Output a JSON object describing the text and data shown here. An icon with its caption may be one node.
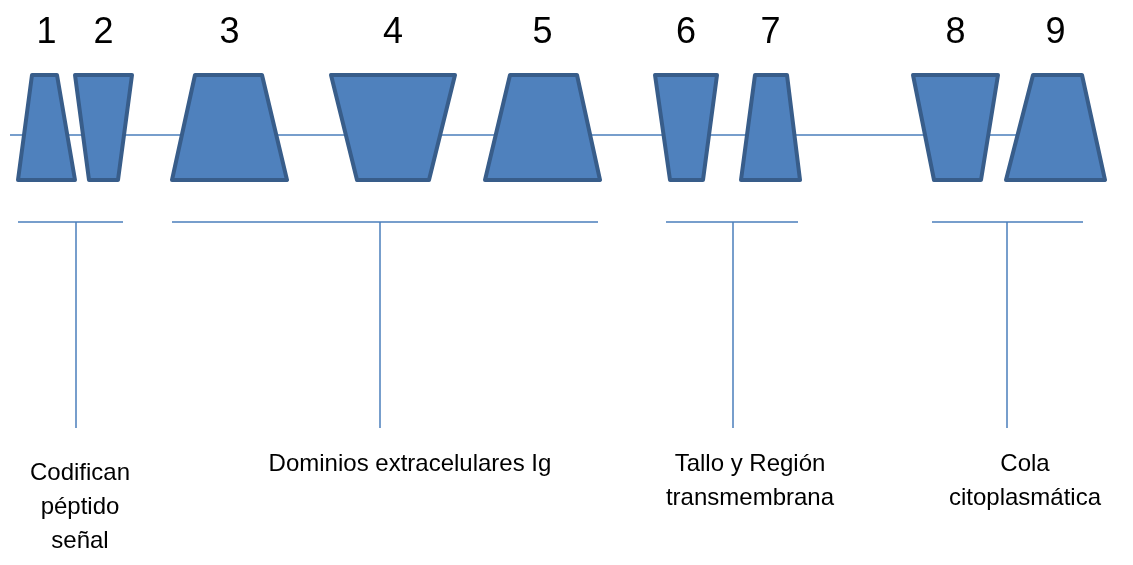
{
  "diagram": {
    "nodes": [
      {
        "text": [
          "1"
        ]
      },
      {
        "text": [
          "2"
        ]
      },
      {
        "text": [
          "3"
        ]
      },
      {
        "text": [
          "4"
        ]
      },
      {
        "text": [
          "5"
        ]
      },
      {
        "text": [
          "6"
        ]
      },
      {
        "text": [
          "7"
        ]
      },
      {
        "text": [
          "8"
        ]
      },
      {
        "text": [
          "9"
        ]
      }
    ],
    "labels": [
      "Codifican péptido señal",
      "Dominios extracelulares Ig",
      "Tallo y Región transmembrana",
      "Cola citoplasmática"
    ]
  }
}
